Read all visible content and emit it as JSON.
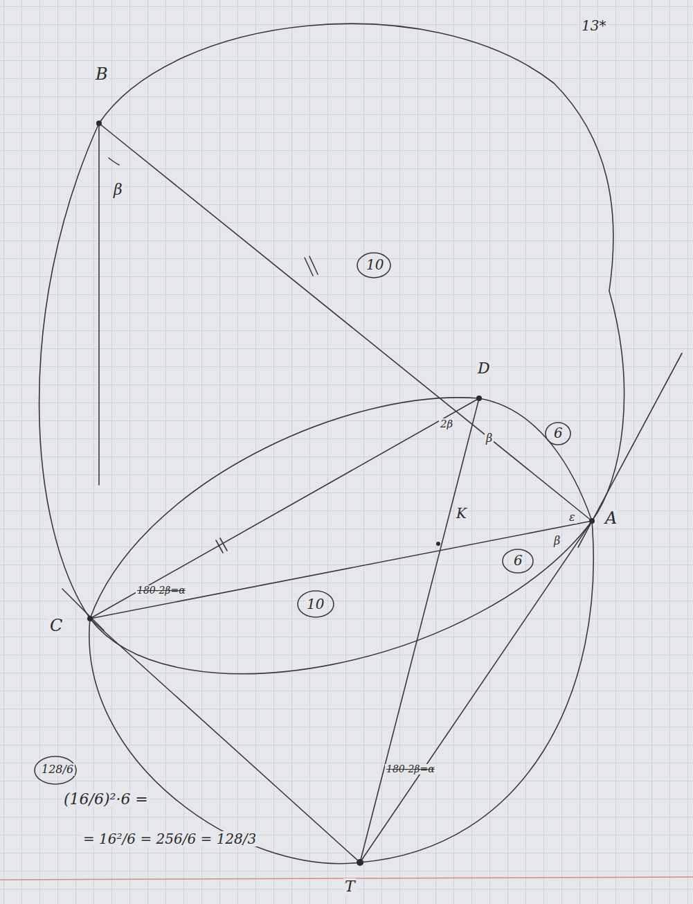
{
  "diagram": {
    "labels": [
      "B",
      "13*",
      "β",
      "10",
      "D",
      "6",
      "2β",
      "β",
      "K",
      "ε",
      "A",
      "β",
      "6",
      "180-2β=α",
      "10",
      "180-2β=α",
      "128/6",
      "(16/6)²·6 =",
      "= 16²/6 = 256/6 = 128/3",
      "T",
      "C"
    ]
  }
}
